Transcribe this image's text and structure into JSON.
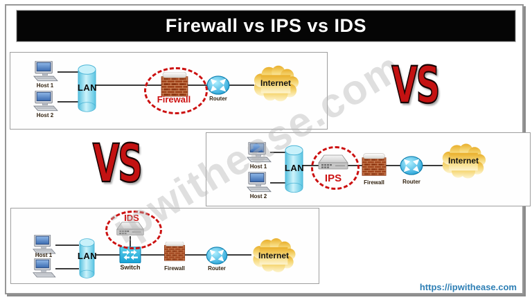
{
  "title": "Firewall vs IPS vs IDS",
  "watermark": "ipwithease.com",
  "footer_link": "https://ipwithease.com",
  "vs": {
    "top": "VS",
    "left": "VS"
  },
  "diagram_firewall": {
    "host1": "Host 1",
    "host2": "Host 2",
    "lan": "LAN",
    "firewall": "Firewall",
    "router": "Router",
    "internet": "Internet"
  },
  "diagram_ips": {
    "host1": "Host 1",
    "host2": "Host 2",
    "lan": "LAN",
    "ips": "IPS",
    "firewall": "Firewall",
    "router": "Router",
    "internet": "Internet"
  },
  "diagram_ids": {
    "host1": "Host 1",
    "lan": "LAN",
    "ids": "IDS",
    "switch": "Switch",
    "firewall": "Firewall",
    "router": "Router",
    "internet": "Internet"
  },
  "colors": {
    "highlight_red": "#cc1111",
    "vs_red": "#c41212",
    "link_blue": "#2e7fb5",
    "title_bg": "#050505",
    "title_text": "#ffffff",
    "lan_cyan": "#7fd6ee",
    "router_blue": "#29abe2",
    "cloud_gold": "#f0bf3e",
    "firewall_brick": "#9e4018"
  }
}
